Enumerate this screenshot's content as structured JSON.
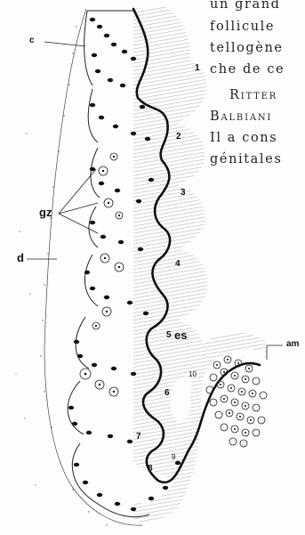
{
  "page_text": {
    "lines": [
      "un grand",
      "follicule",
      "tellogène",
      "che de ce",
      "Ritter",
      "Balbiani",
      "Il a cons",
      "génitales"
    ]
  },
  "figure": {
    "labels": {
      "c": "c",
      "gz": "gz",
      "d": "d",
      "es": "es",
      "am": "am",
      "n1": "1",
      "n2": "2",
      "n3": "3",
      "n4": "4",
      "n5": "5",
      "n6": "6",
      "n7": "7",
      "n8": "8",
      "n9": "9",
      "n10": "10"
    }
  }
}
